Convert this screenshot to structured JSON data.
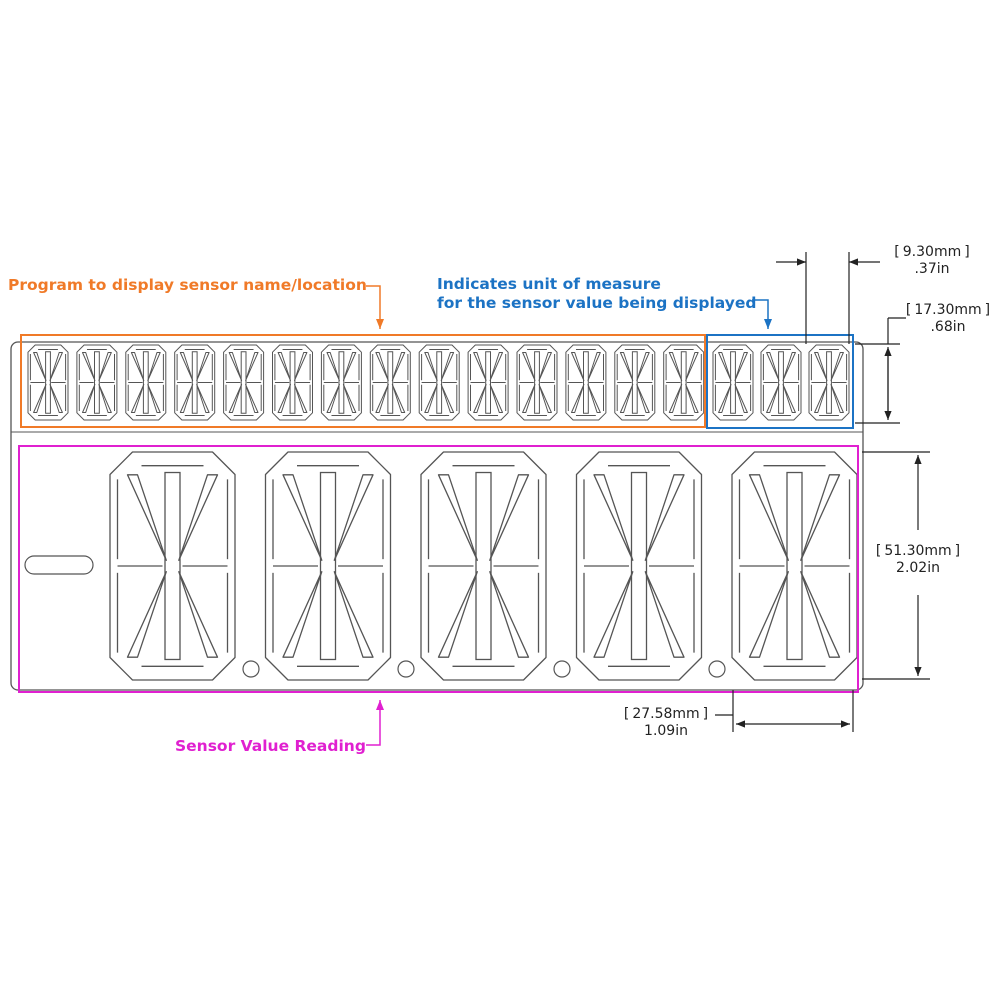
{
  "colors": {
    "name_callout": "#F07A28",
    "unit_callout": "#1C73C4",
    "value_callout": "#E020D0",
    "outline": "#555555",
    "dimension": "#222222"
  },
  "callouts": {
    "name": {
      "text": "Program to display sensor name/location"
    },
    "unit": {
      "line1": "Indicates unit of measure",
      "line2": "for the sensor value being displayed"
    },
    "value": {
      "text": "Sensor Value Reading"
    }
  },
  "dimensions": {
    "small_char_width": {
      "mm": "9.30mm",
      "in": ".37in"
    },
    "small_char_height": {
      "mm": "17.30mm",
      "in": ".68in"
    },
    "large_char_height": {
      "mm": "51.30mm",
      "in": "2.02in"
    },
    "large_char_width": {
      "mm": "27.58mm",
      "in": "1.09in"
    }
  },
  "display": {
    "name_character_count": 14,
    "unit_character_count": 3,
    "value_character_count": 5
  }
}
